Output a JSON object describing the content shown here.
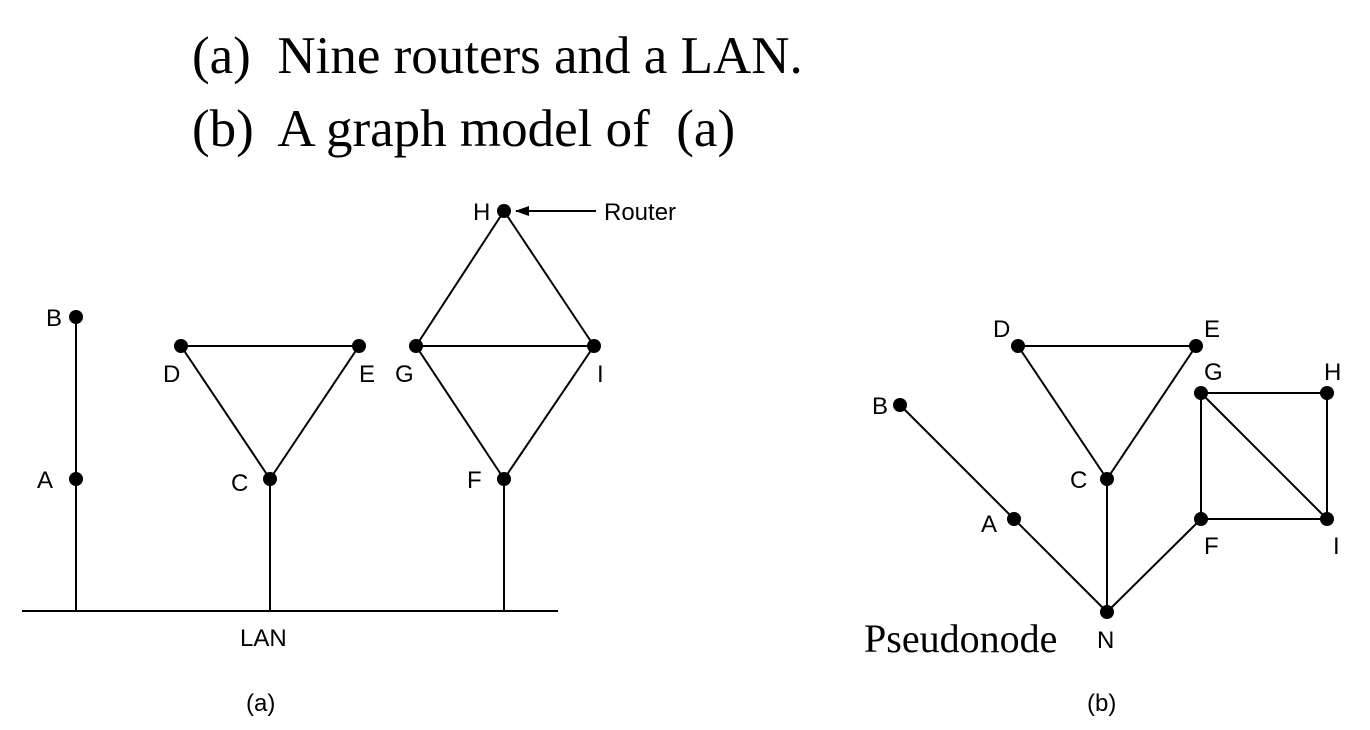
{
  "captions": {
    "line_a": "(a)  Nine routers and a LAN.",
    "line_b": "(b)  A graph model of  (a)"
  },
  "figure_a": {
    "nodes": {
      "A": "A",
      "B": "B",
      "C": "C",
      "D": "D",
      "E": "E",
      "F": "F",
      "G": "G",
      "H": "H",
      "I": "I"
    },
    "router_label": "Router",
    "lan_label": "LAN",
    "panel_label": "(a)"
  },
  "figure_b": {
    "nodes": {
      "A": "A",
      "B": "B",
      "C": "C",
      "D": "D",
      "E": "E",
      "F": "F",
      "G": "G",
      "H": "H",
      "I": "I",
      "N": "N"
    },
    "pseudonode_label": "Pseudonode",
    "panel_label": "(b)"
  },
  "colors": {
    "ink": "#000000",
    "background": "#ffffff"
  }
}
